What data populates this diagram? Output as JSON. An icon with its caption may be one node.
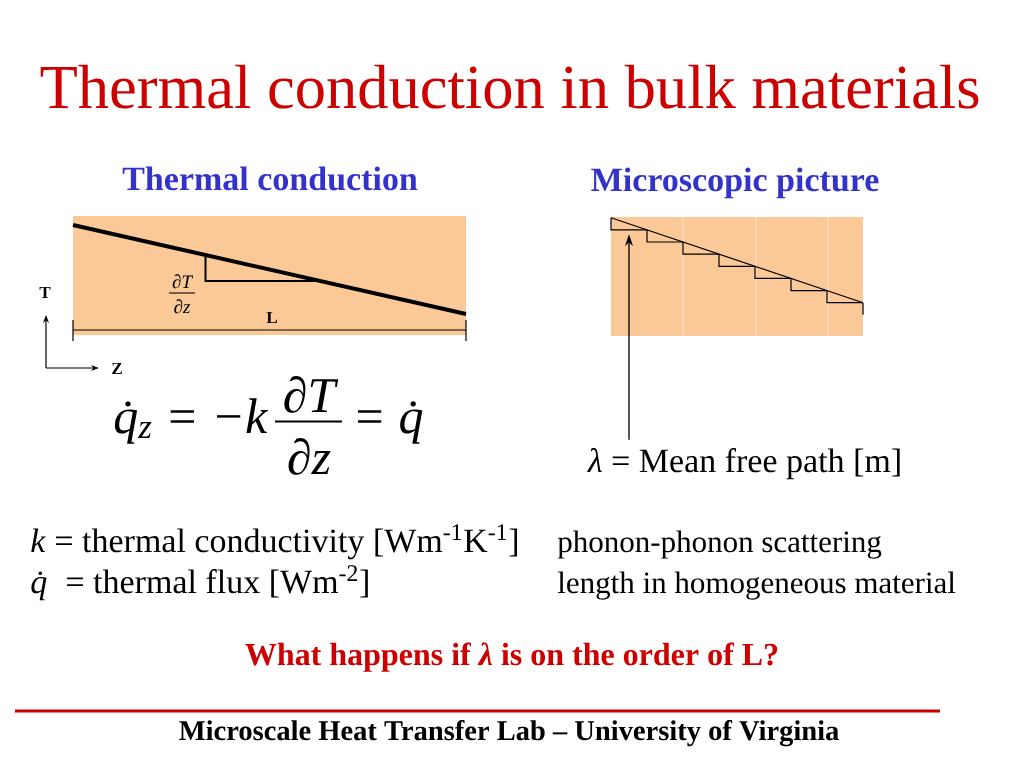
{
  "diagram": {
    "title": "Thermal conduction in bulk materials",
    "nodes": [
      {
        "text": [
          "*λ* = Mean free path [m]"
        ]
      },
      {
        "text": [],
        "shape": "step"
      }
    ],
    "edges": [
      {
        "from": 0,
        "to": 1,
        "arrow": "to"
      }
    ],
    "labels": [
      "Thermal conduction",
      "Microscopic picture",
      "T",
      "∂T",
      "∂z",
      "L",
      "Z",
      "q̇$_{z}$ = −k",
      "∂T",
      "∂z",
      "= q̇",
      "*k* = thermal conductivity [Wm$^{-1}$K$^{-1}$]",
      "phonon-phonon scattering length in homogeneous material",
      "*q̇* = thermal flux [Wm$^{-2}$]",
      "What happens if *λ* is on the order of L?",
      "Microscale Heat Transfer Lab – University of Virginia"
    ]
  }
}
